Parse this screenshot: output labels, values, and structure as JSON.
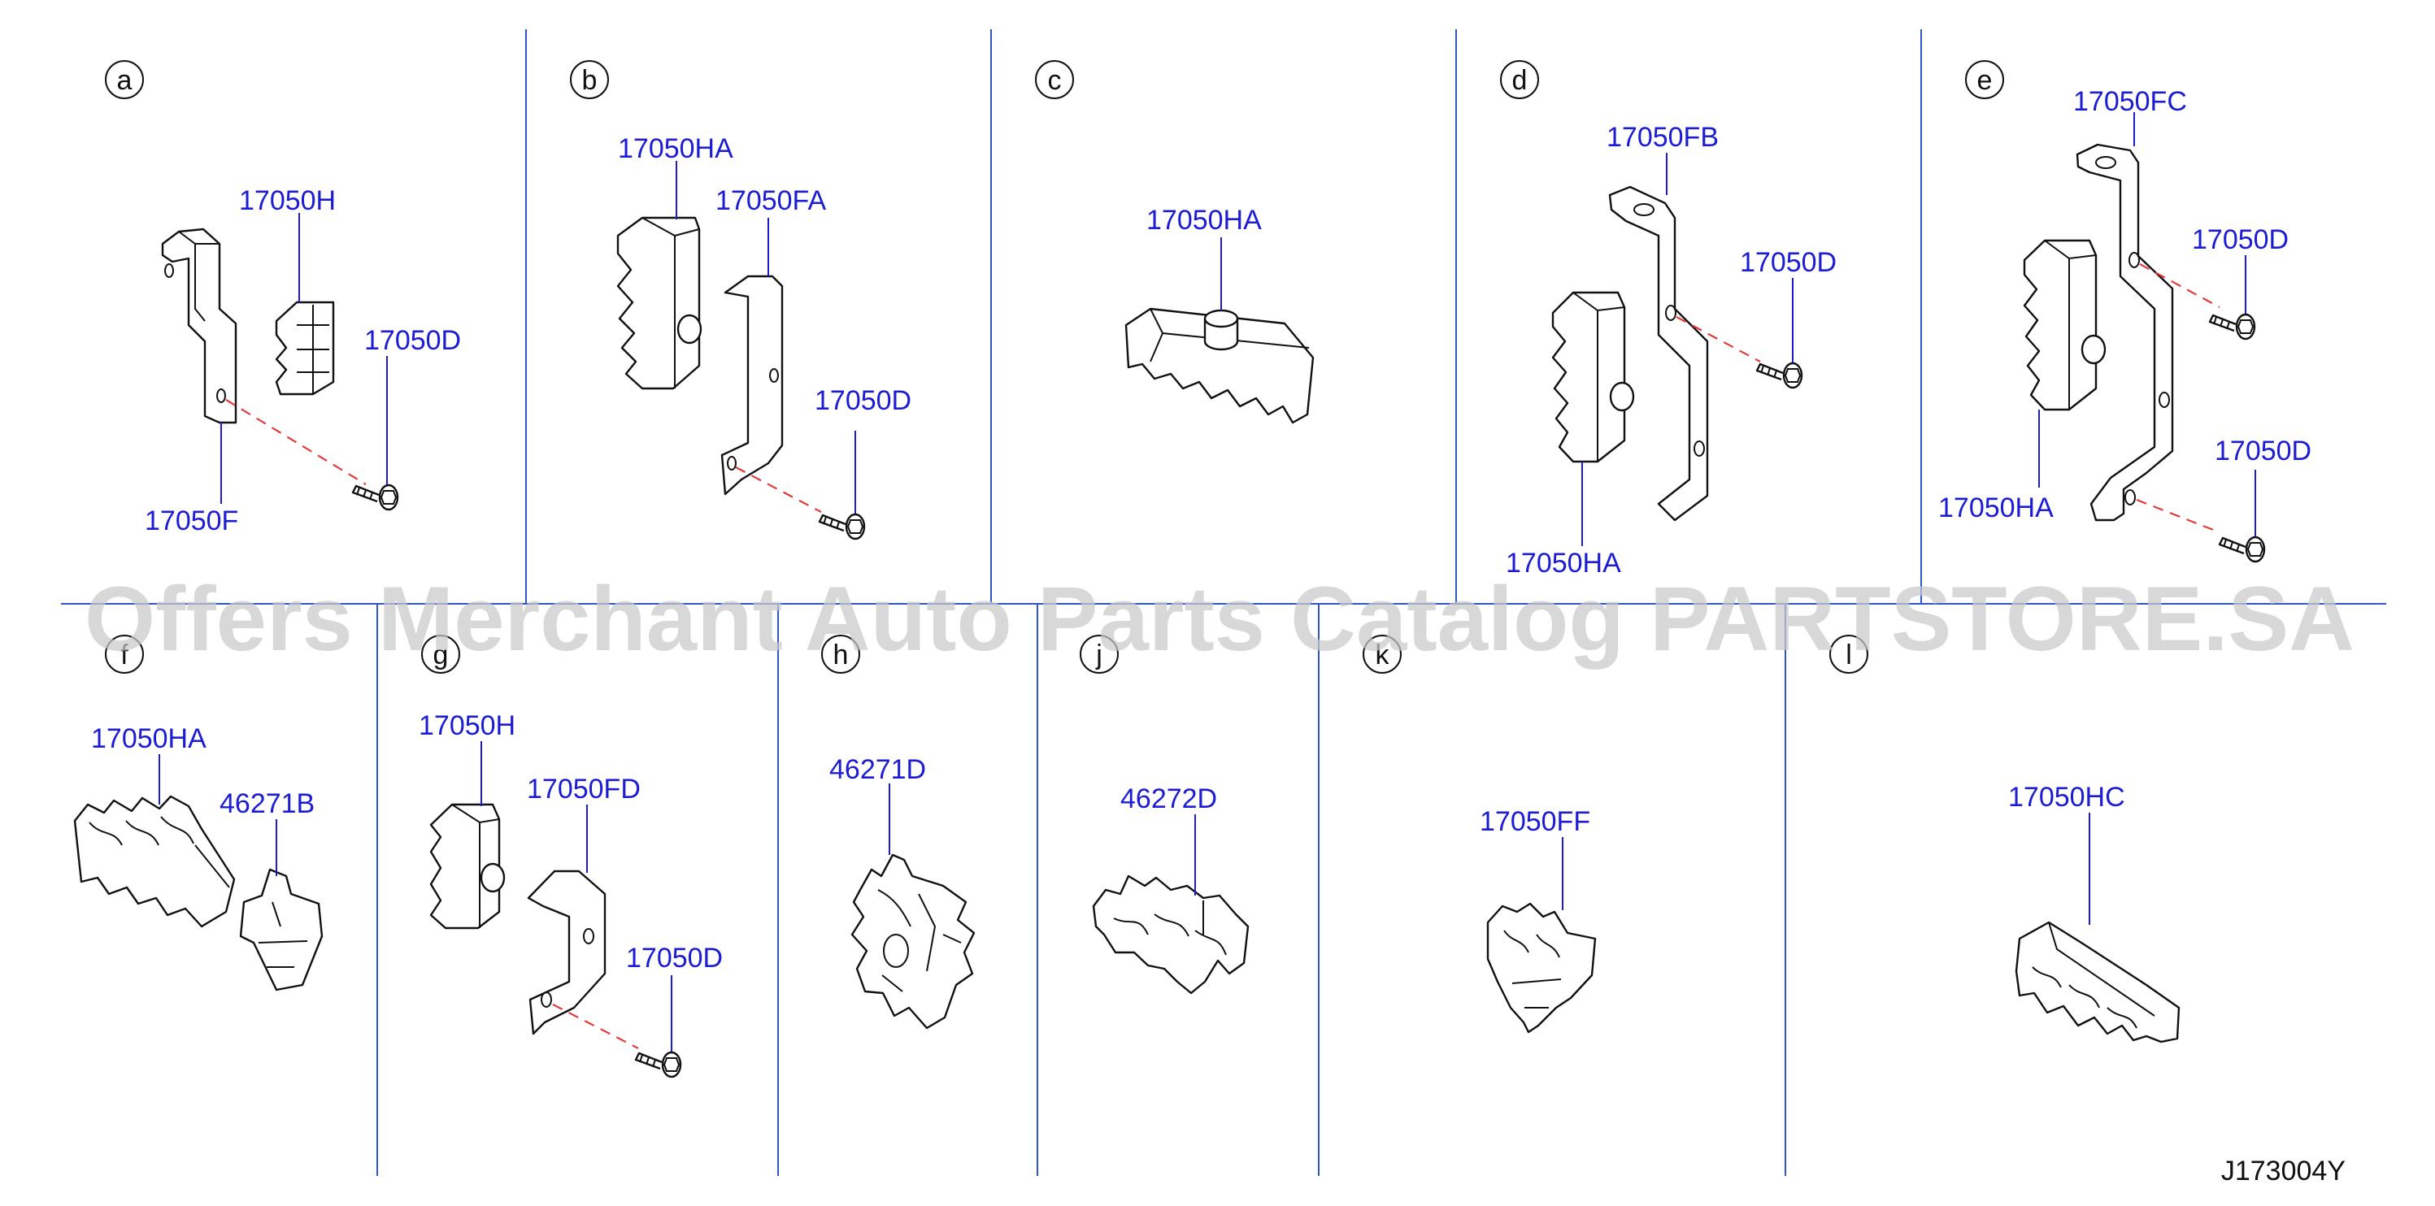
{
  "watermark": "Offers Merchant Auto Parts Catalog PARTSTORE.SA",
  "diagram_code": "J173004Y",
  "panels": {
    "a": {
      "letter": "a",
      "parts": [
        "17050H",
        "17050D",
        "17050F"
      ]
    },
    "b": {
      "letter": "b",
      "parts": [
        "17050HA",
        "17050FA",
        "17050D"
      ]
    },
    "c": {
      "letter": "c",
      "parts": [
        "17050HA"
      ]
    },
    "d": {
      "letter": "d",
      "parts": [
        "17050FB",
        "17050D",
        "17050HA"
      ]
    },
    "e": {
      "letter": "e",
      "parts": [
        "17050FC",
        "17050D",
        "17050D",
        "17050HA"
      ]
    },
    "f": {
      "letter": "f",
      "parts": [
        "17050HA",
        "46271B"
      ]
    },
    "g": {
      "letter": "g",
      "parts": [
        "17050H",
        "17050FD",
        "17050D"
      ]
    },
    "h": {
      "letter": "h",
      "parts": [
        "46271D"
      ]
    },
    "j": {
      "letter": "j",
      "parts": [
        "46272D"
      ]
    },
    "k": {
      "letter": "k",
      "parts": [
        "17050FF"
      ]
    },
    "l": {
      "letter": "l",
      "parts": [
        "17050HC"
      ]
    }
  },
  "colors": {
    "label": "#1c1cd4",
    "divider": "#2f55c8",
    "dashed_line": "#e23b3b",
    "watermark": "#c9c9c9"
  }
}
